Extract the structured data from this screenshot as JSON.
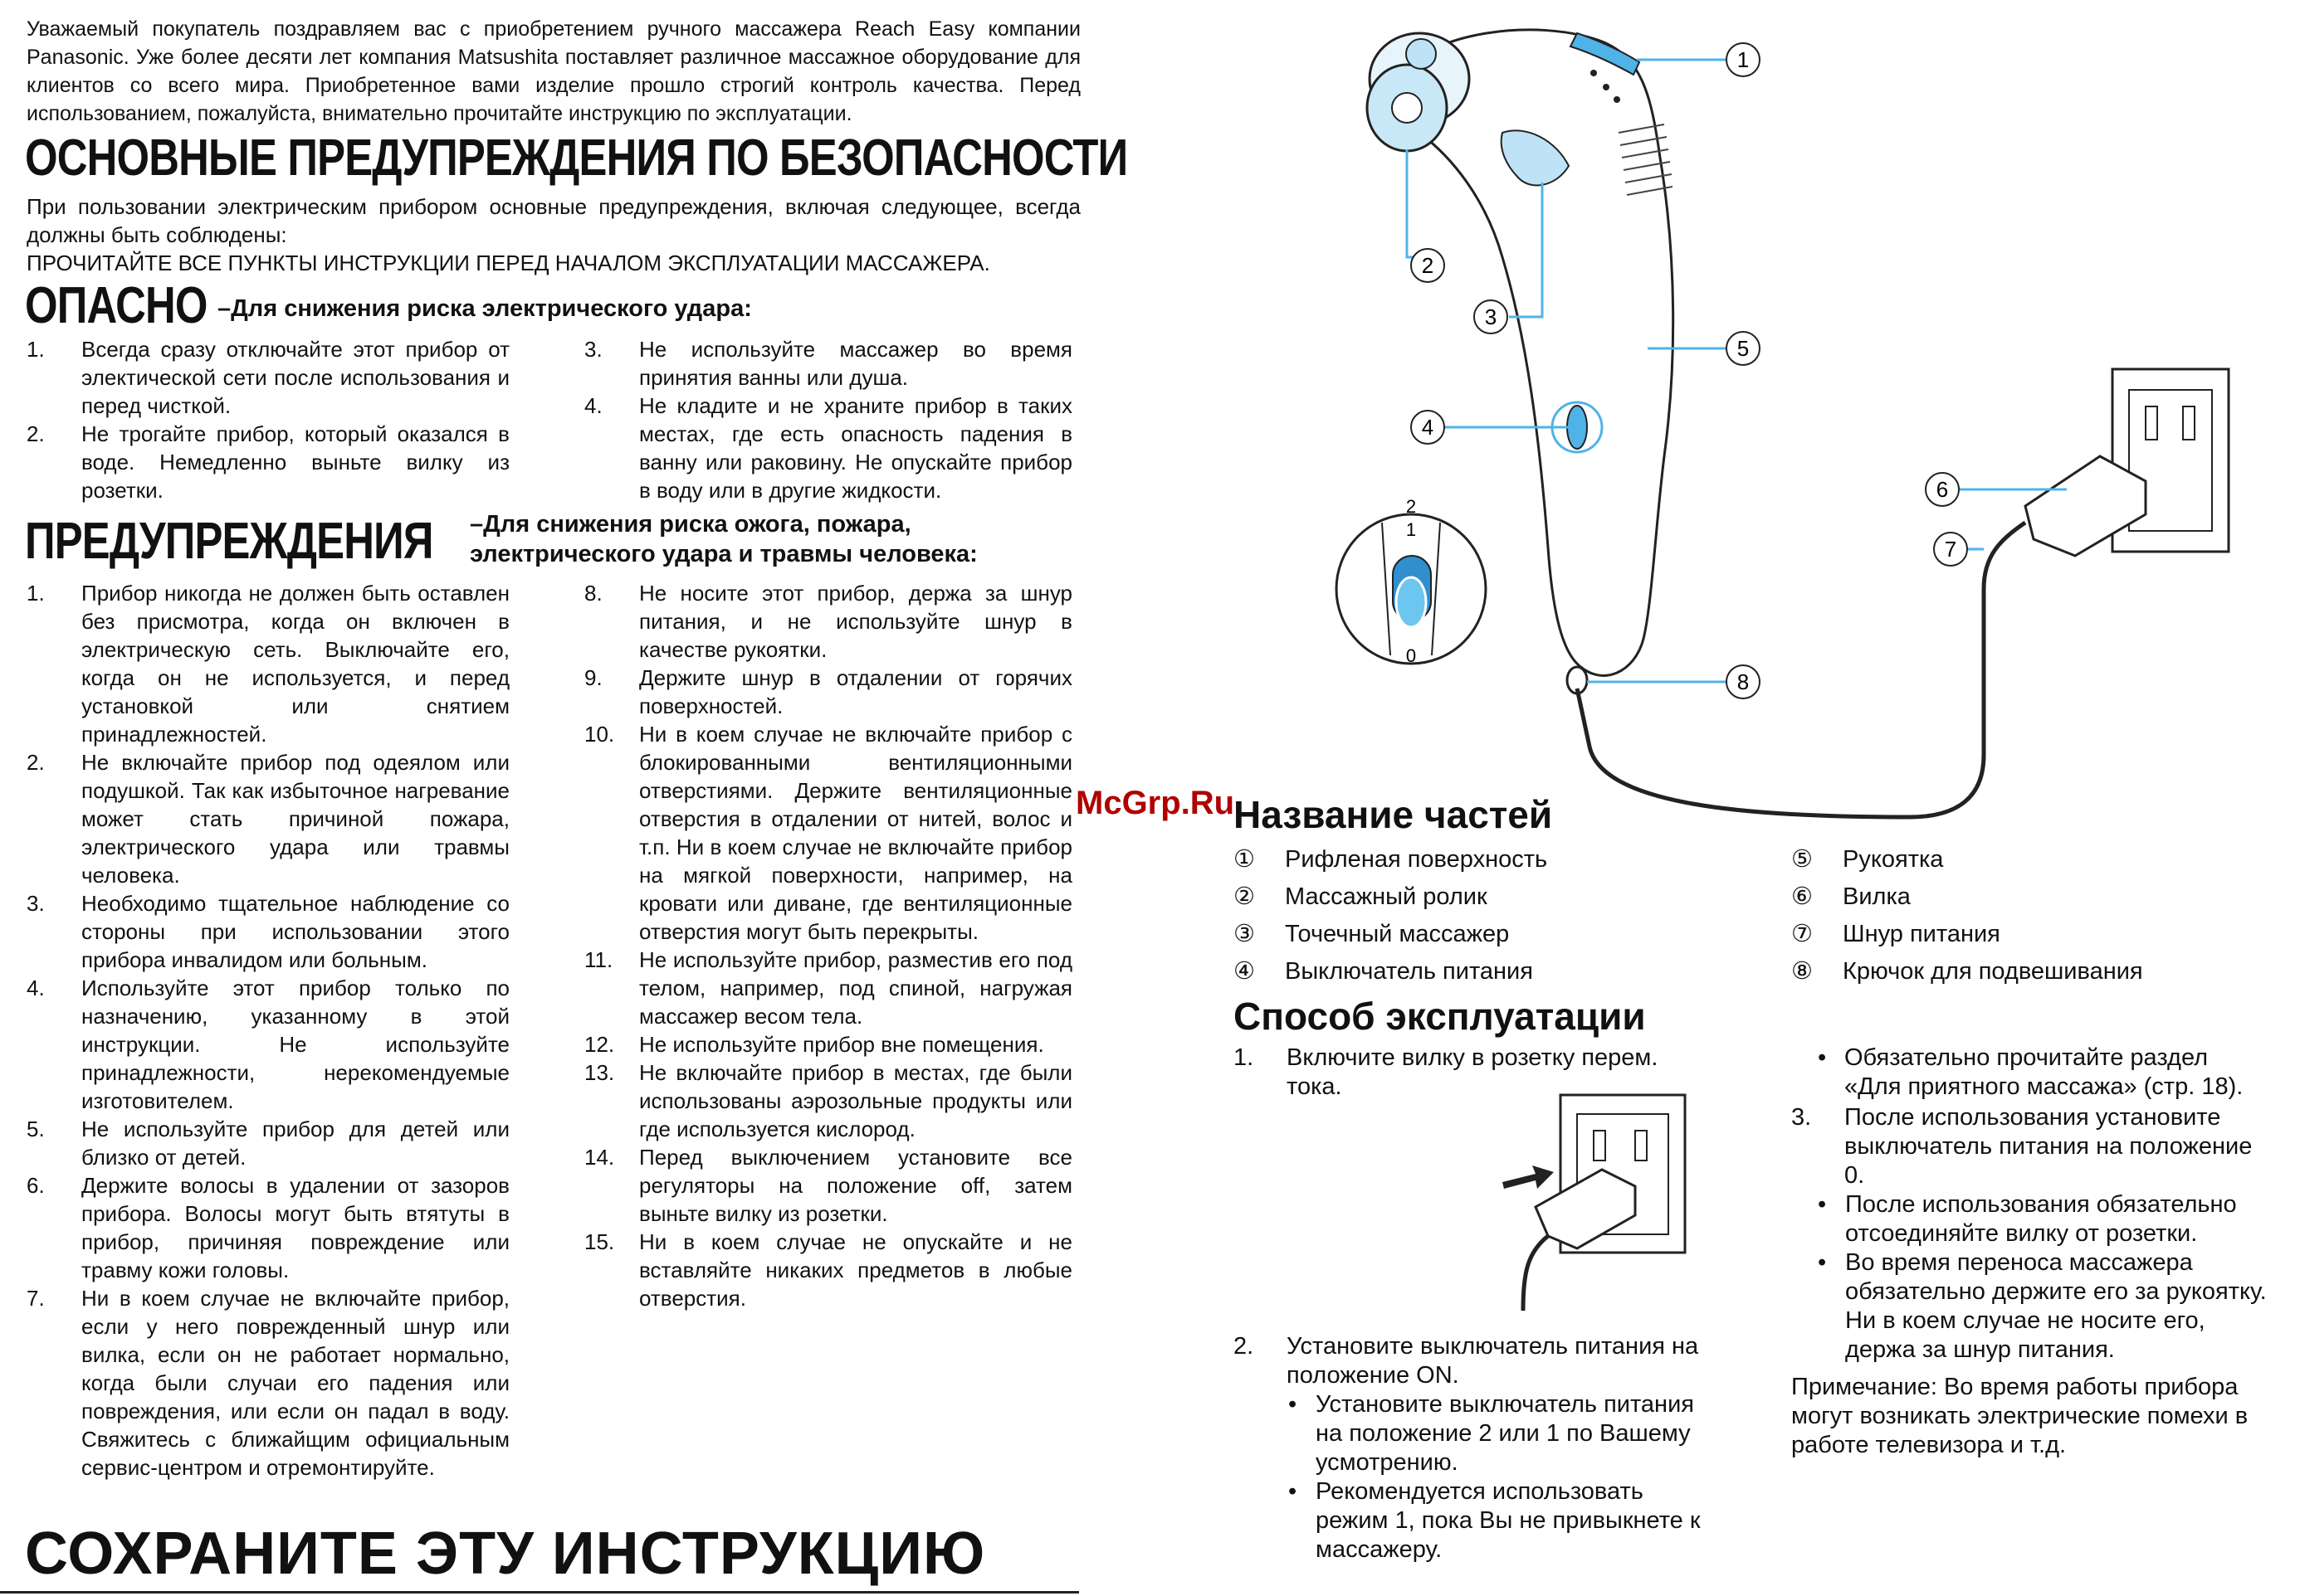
{
  "intro": "Уважаемый покупатель поздравляем вас с приобретением ручного массажера Reach Easy компании Panasonic.  Уже более десяти лет компания Matsushita поставляет различное массажное оборудование для клиентов со всего мира.  Приобретенное вами изделие прошло строгий контроль качества.  Перед использованием, пожалуйста, внимательно прочитайте инструкцию по эксплуатации.",
  "safety": {
    "title": "ОСНОВНЫЕ ПРЕДУПРЕЖДЕНИЯ ПО БЕЗОПАСНОСТИ",
    "text": "При пользовании электрическим прибором основные предупреждения, включая следующее, всегда должны быть соблюдены:",
    "caps": "ПРОЧИТАЙТЕ ВСЕ ПУНКТЫ ИНСТРУКЦИИ ПЕРЕД НАЧАЛОМ ЭКСПЛУАТАЦИИ МАССАЖЕРА."
  },
  "danger": {
    "title": "ОПАСНО",
    "subtitle": "–Для снижения риска электрического удара:",
    "items": [
      {
        "n": "1.",
        "text": "Всегда сразу отключайте этот прибор от электической сети после использования и перед чисткой."
      },
      {
        "n": "2.",
        "text": "Не трогайте прибор, который оказался в воде.  Немедленно выньте вилку из розетки."
      },
      {
        "n": "3.",
        "text": "Не используйте массажер во время принятия ванны или душа."
      },
      {
        "n": "4.",
        "text": "Не кладите и не храните прибор в таких местах, где есть опасность падения в ванну или раковину.  Не опускайте прибор в воду или в другие жидкости."
      }
    ]
  },
  "warnings": {
    "title": "ПРЕДУПРЕЖДЕНИЯ",
    "subtitle_line1": "–Для снижения риска ожога, пожара,",
    "subtitle_line2": "электрического удара и травмы человека:",
    "left": [
      {
        "n": "1.",
        "text": "Прибор никогда не должен быть оставлен без присмотра, когда он включен в электрическую сеть.  Выключайте его, когда он не используется, и перед установкой или снятием принадлежностей."
      },
      {
        "n": "2.",
        "text": "Не включайте прибор под одеялом или подушкой.  Так как избыточное нагревание может стать причиной пожара, электрического удара или травмы человека."
      },
      {
        "n": "3.",
        "text": "Необходимо тщательное наблюдение со стороны при использовании этого прибора инвалидом или больным."
      },
      {
        "n": "4.",
        "text": "Используйте этот прибор только по назначению, указанному в этой инструкции.  Не используйте принадлежности, нерекомендуемые изготовителем."
      },
      {
        "n": "5.",
        "text": "Не используйте прибор для детей или близко от детей."
      },
      {
        "n": "6.",
        "text": "Держите волосы в удалении от зазоров прибора.  Волосы могут быть втятуты в прибор, причиняя повреждение или травму кожи головы."
      },
      {
        "n": "7.",
        "text": "Ни в коем случае не включайте прибор, если у него поврежденный шнур или вилка, если он не работает нормально, когда были случаи его падения или повреждения, или если он падал в воду.  Свяжитесь с ближайщим официальным сервис-центром и отремонтируйте."
      }
    ],
    "right": [
      {
        "n": "8.",
        "text": "Не носите этот прибор, держа за шнур питания, и не используйте шнур в качестве рукоятки."
      },
      {
        "n": "9.",
        "text": "Держите шнур в отдалении от горячих поверхностей."
      },
      {
        "n": "10.",
        "text": "Ни в коем случае не включайте прибор с блокированными вентиляционными отверстиями.  Держите вентиляционные отверстия в отдалении от нитей, волос и т.п.  Ни в коем случае не включайте прибор на мягкой поверхности, например, на кровати или диване, где вентиляционные отверстия могут быть перекрыты."
      },
      {
        "n": "11.",
        "text": "Не используйте прибор, разместив его под телом, например, под спиной, нагружая массажер весом тела."
      },
      {
        "n": "12.",
        "text": "Не используйте прибор вне помещения."
      },
      {
        "n": "13.",
        "text": "Не включайте прибор в местах, где были использованы аэрозольные продукты или где используется кислород."
      },
      {
        "n": "14.",
        "text": "Перед выключением установите все регуляторы на положение off, затем выньте вилку из розетки."
      },
      {
        "n": "15.",
        "text": "Ни в коем случае не опускайте и не вставляйте никаких предметов в любые отверстия."
      }
    ]
  },
  "save_title": "СОХРАНИТЕ ЭТУ ИНСТРУКЦИЮ",
  "watermark": "McGrp.Ru",
  "diagram": {
    "callouts": [
      "1",
      "2",
      "3",
      "4",
      "5",
      "6",
      "7",
      "8"
    ],
    "switch_labels": [
      "2",
      "1",
      "0"
    ],
    "accent": "#4fb3e8"
  },
  "parts": {
    "title": "Название частей",
    "left": [
      {
        "num": "①",
        "label": "Рифленая поверхность"
      },
      {
        "num": "②",
        "label": "Массажный ролик"
      },
      {
        "num": "③",
        "label": "Точечный массажер"
      },
      {
        "num": "④",
        "label": "Выключатель питания"
      }
    ],
    "right": [
      {
        "num": "⑤",
        "label": "Рукоятка"
      },
      {
        "num": "⑥",
        "label": "Вилка"
      },
      {
        "num": "⑦",
        "label": "Шнур питания"
      },
      {
        "num": "⑧",
        "label": "Крючок для подвешивания"
      }
    ]
  },
  "usage": {
    "title": "Способ эксплуатации",
    "step1_n": "1.",
    "step1": "Включите вилку в розетку перем. тока.",
    "step2_n": "2.",
    "step2": "Установите выключатель питания на положение ON.",
    "step2_b1": "Установите выключатель питания на положение 2 или 1 по Вашему усмотрению.",
    "step2_b2": "Рекомендуется использовать режим 1, пока Вы не привыкнете к массажеру.",
    "right_b0": "Обязательно прочитайте раздел «Для приятного массажа» (стр. 18).",
    "step3_n": "3.",
    "step3": "После использования установите выключатель питания на положение 0.",
    "step3_b1": "После использования обязательно отсоединяйте вилку от розетки.",
    "step3_b2": "Во время переноса массажера обязательно держите его за рукоятку.  Ни в коем случае не носите его, держа за шнур питания.",
    "note": "Примечание: Во время работы прибора могут возникать электрические помехи в работе телевизора и т.д."
  }
}
